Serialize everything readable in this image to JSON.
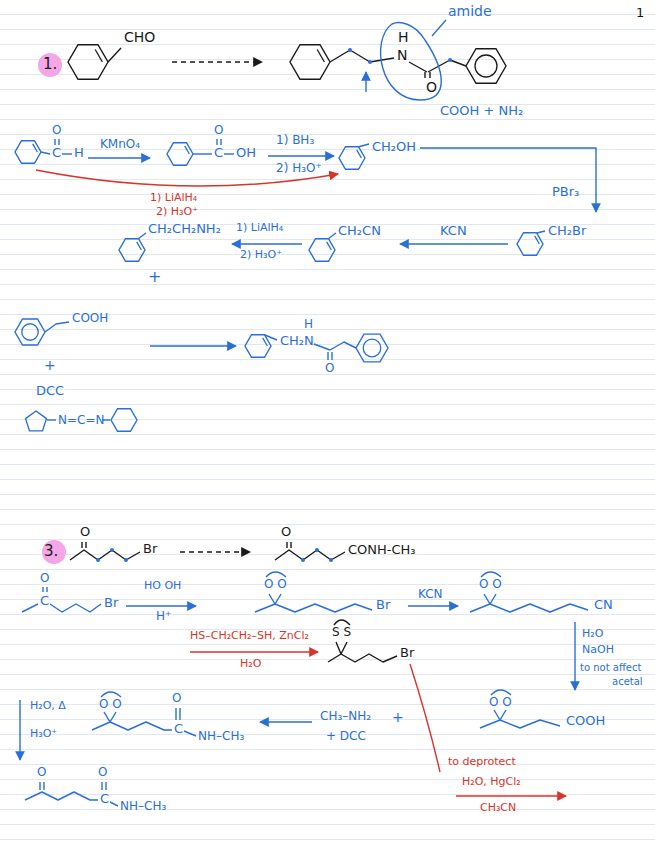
{
  "diagram": {
    "labels": [
      "1",
      "1.",
      "CHO",
      "amide",
      "H",
      "N",
      "O",
      "COOH + NH₂",
      "O",
      "C",
      "H",
      "KMnO₄",
      "O",
      "C",
      "OH",
      "1) BH₃",
      "2) H₃O⁺",
      "CH₂OH",
      "1) LiAlH₄",
      "2) H₃O⁺",
      "PBr₃",
      "CH₂Br",
      "KCN",
      "CH₂CN",
      "CH₂CH₂NH₂",
      "1) LiAlH₄",
      "2) H₃O⁺",
      "+",
      "COOH",
      "+",
      "DCC",
      "N=C=N",
      "H",
      "CH₂N",
      "O",
      "3.",
      "O",
      "Br",
      "O",
      "CONH-CH₃",
      "O",
      "C",
      "Br",
      "HO OH",
      "H⁺",
      "O O",
      "Br",
      "KCN",
      "O O",
      "CN",
      "HS–CH₂CH₂–SH, ZnCl₂",
      "H₂O",
      "S S",
      "Br",
      "to deprotect",
      "H₂O, HgCl₂",
      "CH₃CN",
      "H₂O",
      "NaOH",
      "to not affect",
      "acetal",
      "O O",
      "COOH",
      "CH₃–NH₂",
      "+",
      "+ DCC",
      "O O",
      "O",
      "C",
      "NH–CH₃",
      "H₂O, Δ",
      "H₃O⁺",
      "O",
      "O",
      "C",
      "NH–CH₃"
    ]
  }
}
